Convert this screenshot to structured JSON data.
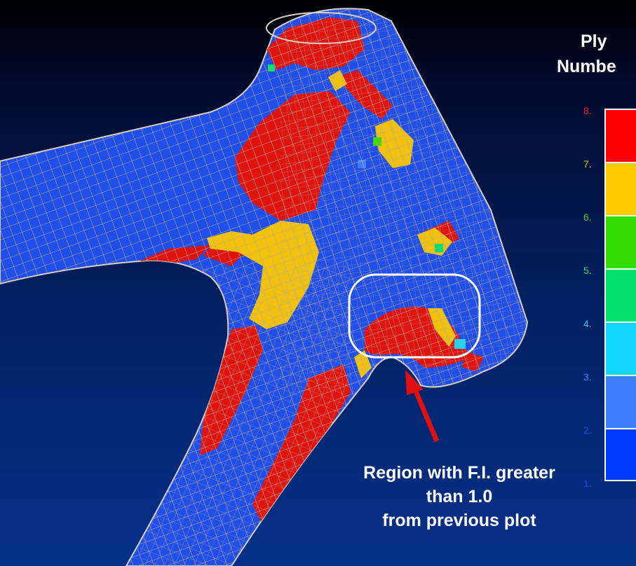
{
  "legend": {
    "title_line1": "Ply",
    "title_line2": "Numbe",
    "ticks": [
      {
        "label": "8.",
        "color": "#ff1a1a"
      },
      {
        "label": "7.",
        "color": "#e8c000"
      },
      {
        "label": "6.",
        "color": "#39d11e"
      },
      {
        "label": "5.",
        "color": "#22dd66"
      },
      {
        "label": "4.",
        "color": "#1dc9ee"
      },
      {
        "label": "3.",
        "color": "#3f7fff"
      },
      {
        "label": "2.",
        "color": "#1e4cff"
      },
      {
        "label": "1.",
        "color": "#1e48e6"
      }
    ],
    "swatches": [
      {
        "ply": 8,
        "color": "#ff0000"
      },
      {
        "ply": 7,
        "color": "#ffcc00"
      },
      {
        "ply": 6,
        "color": "#33dd00"
      },
      {
        "ply": 5,
        "color": "#00e06a"
      },
      {
        "ply": 4,
        "color": "#10d8ff"
      },
      {
        "ply": 3,
        "color": "#3f7fff"
      },
      {
        "ply": 2,
        "color": "#003cff"
      }
    ]
  },
  "annotation": {
    "line1": "Region with F.I. greater",
    "line2": "than 1.0",
    "line3": "from previous plot"
  },
  "colors": {
    "blue_ply": "#1f4ee8",
    "red_ply": "#e0140f",
    "yellow_ply": "#f2c20a",
    "mesh": "#b9a99a",
    "arrow": "#e01010",
    "highlight": "#ffffff"
  }
}
